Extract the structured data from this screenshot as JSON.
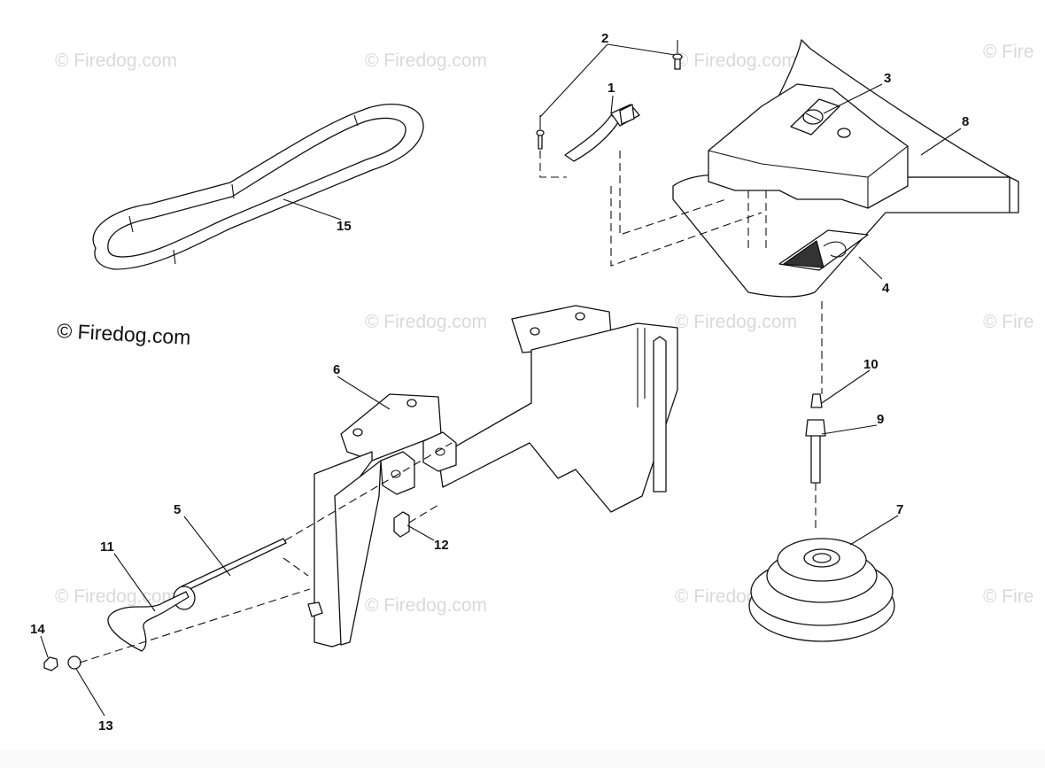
{
  "diagram": {
    "part_numbers": [
      "1",
      "2",
      "3",
      "4",
      "5",
      "6",
      "7",
      "8",
      "9",
      "10",
      "11",
      "12",
      "13",
      "14",
      "15"
    ],
    "watermark": "© Firedog.com",
    "watermark_faded_cut": "© Fire"
  }
}
